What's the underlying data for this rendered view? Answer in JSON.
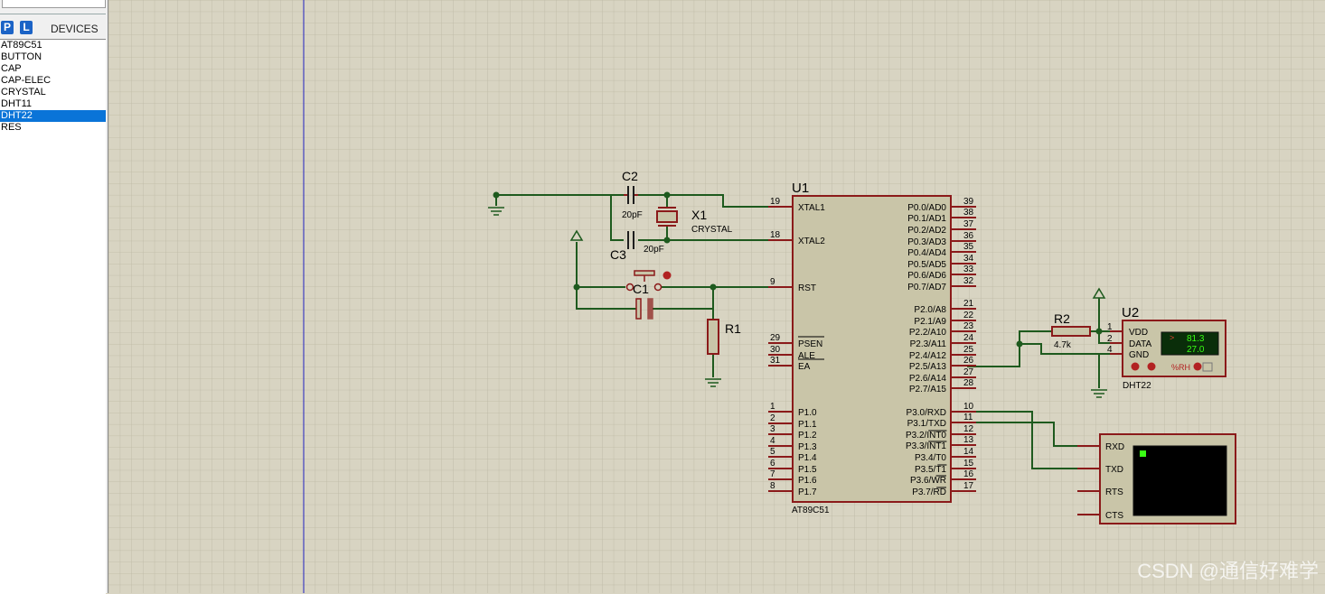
{
  "sidebar": {
    "p_button": "P",
    "l_button": "L",
    "devices_label": "DEVICES",
    "devices": [
      "AT89C51",
      "BUTTON",
      "CAP",
      "CAP-ELEC",
      "CRYSTAL",
      "DHT11",
      "DHT22",
      "RES"
    ],
    "selected_index": 6
  },
  "schematic": {
    "mcu": {
      "ref": "U1",
      "part": "AT89C51",
      "left_pins": [
        {
          "num": "19",
          "name": "XTAL1"
        },
        {
          "num": "18",
          "name": "XTAL2"
        },
        {
          "num": "9",
          "name": "RST"
        },
        {
          "num": "29",
          "name": "PSEN"
        },
        {
          "num": "30",
          "name": "ALE"
        },
        {
          "num": "31",
          "name": "EA"
        },
        {
          "num": "1",
          "name": "P1.0"
        },
        {
          "num": "2",
          "name": "P1.1"
        },
        {
          "num": "3",
          "name": "P1.2"
        },
        {
          "num": "4",
          "name": "P1.3"
        },
        {
          "num": "5",
          "name": "P1.4"
        },
        {
          "num": "6",
          "name": "P1.5"
        },
        {
          "num": "7",
          "name": "P1.6"
        },
        {
          "num": "8",
          "name": "P1.7"
        }
      ],
      "right_pins": [
        {
          "num": "39",
          "name": "P0.0/AD0"
        },
        {
          "num": "38",
          "name": "P0.1/AD1"
        },
        {
          "num": "37",
          "name": "P0.2/AD2"
        },
        {
          "num": "36",
          "name": "P0.3/AD3"
        },
        {
          "num": "35",
          "name": "P0.4/AD4"
        },
        {
          "num": "34",
          "name": "P0.5/AD5"
        },
        {
          "num": "33",
          "name": "P0.6/AD6"
        },
        {
          "num": "32",
          "name": "P0.7/AD7"
        },
        {
          "num": "21",
          "name": "P2.0/A8"
        },
        {
          "num": "22",
          "name": "P2.1/A9"
        },
        {
          "num": "23",
          "name": "P2.2/A10"
        },
        {
          "num": "24",
          "name": "P2.3/A11"
        },
        {
          "num": "25",
          "name": "P2.4/A12"
        },
        {
          "num": "26",
          "name": "P2.5/A13"
        },
        {
          "num": "27",
          "name": "P2.6/A14"
        },
        {
          "num": "28",
          "name": "P2.7/A15"
        },
        {
          "num": "10",
          "name": "P3.0/RXD"
        },
        {
          "num": "11",
          "name": "P3.1/TXD"
        },
        {
          "num": "12",
          "name": "P3.2/INT0"
        },
        {
          "num": "13",
          "name": "P3.3/INT1"
        },
        {
          "num": "14",
          "name": "P3.4/T0"
        },
        {
          "num": "15",
          "name": "P3.5/T1"
        },
        {
          "num": "16",
          "name": "P3.6/WR"
        },
        {
          "num": "17",
          "name": "P3.7/RD"
        }
      ]
    },
    "c2": {
      "ref": "C2",
      "value": "20pF"
    },
    "c3": {
      "ref": "C3",
      "value": "20pF"
    },
    "x1": {
      "ref": "X1",
      "value": "CRYSTAL"
    },
    "c1": {
      "ref": "C1"
    },
    "r1": {
      "ref": "R1"
    },
    "r2": {
      "ref": "R2",
      "value": "4.7k"
    },
    "dht": {
      "ref": "U2",
      "part": "DHT22",
      "pins": [
        {
          "num": "1",
          "name": "VDD"
        },
        {
          "num": "2",
          "name": "DATA"
        },
        {
          "num": "4",
          "name": "GND"
        }
      ],
      "humidity": "81.3",
      "temperature": "27.0",
      "unit_label": "%RH",
      "arrow": ">"
    },
    "terminal": {
      "pins": [
        "RXD",
        "TXD",
        "RTS",
        "CTS"
      ]
    },
    "colors": {
      "wire": "#1e5a1e",
      "component": "#8b1a1a",
      "body_fill": "#c9c5a8",
      "grid_bg": "#d8d4c2",
      "lcd_green": "#39ff14"
    }
  },
  "watermark": "CSDN @通信好难学"
}
